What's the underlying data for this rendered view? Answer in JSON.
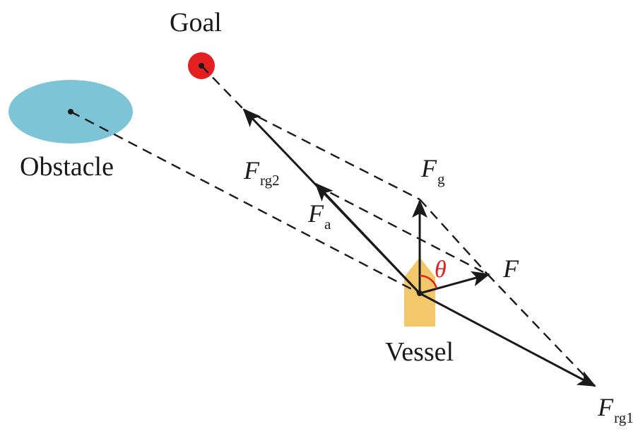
{
  "labels": {
    "goal": "Goal",
    "obstacle": "Obstacle",
    "vessel": "Vessel"
  },
  "forces": {
    "f_rg2": {
      "main": "F",
      "sub": "rg2"
    },
    "f_a": {
      "main": "F",
      "sub": "a"
    },
    "f_g": {
      "main": "F",
      "sub": "g"
    },
    "f": {
      "main": "F"
    },
    "f_rg1": {
      "main": "F",
      "sub": "rg1"
    }
  },
  "angle": {
    "symbol": "θ"
  },
  "colors": {
    "goal_fill": "#e41f1f",
    "obstacle_fill": "#7cc4d6",
    "vessel_fill": "#f3c86b",
    "angle_arc": "#e02020",
    "ink": "#1a1a1a"
  }
}
